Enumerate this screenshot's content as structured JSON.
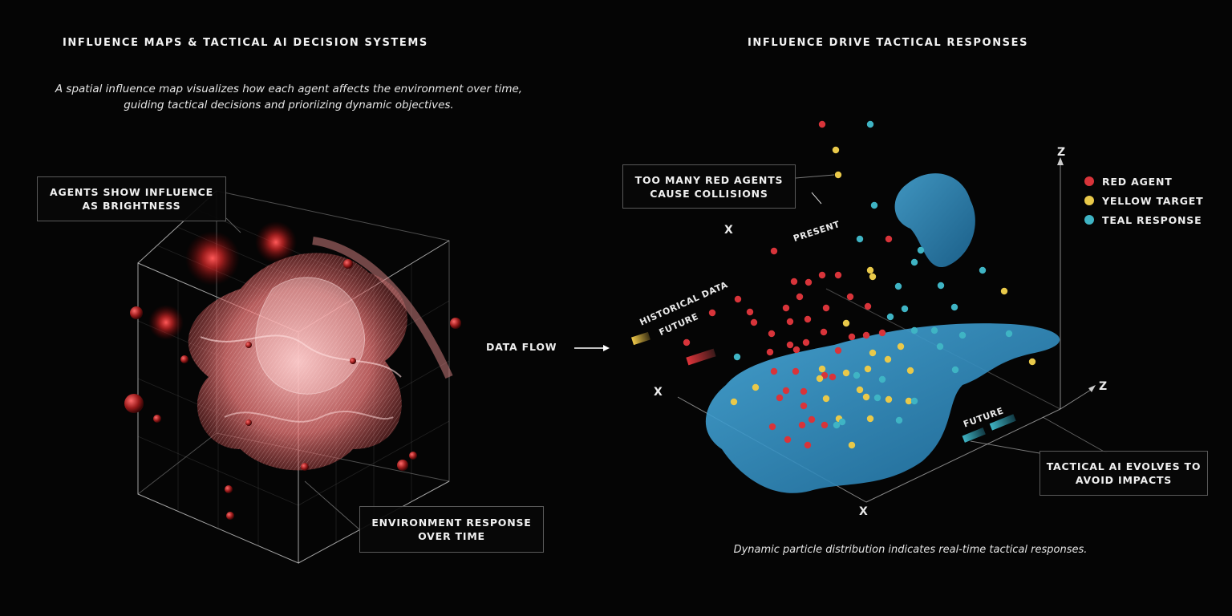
{
  "left": {
    "title": "INFLUENCE MAPS & TACTICAL AI DECISION SYSTEMS",
    "intro_line1": "A spatial influence map visualizes how each agent affects the environment over time,",
    "intro_line2": "guiding tactical decisions and prioriizing dynamic objectives.",
    "callout_top_line1": "AGENTS SHOW INFLUENCE",
    "callout_top_line2": "AS BRIGHTNESS",
    "callout_bottom_line1": "ENVIRONMENT RESPONSE",
    "callout_bottom_line2": "OVER TIME"
  },
  "flow": {
    "label": "DATA FLOW"
  },
  "right": {
    "title": "INFLUENCE DRIVE TACTICAL RESPONSES",
    "callout_top_line1": "TOO MANY RED AGENTS",
    "callout_top_line2": "CAUSE COLLISIONS",
    "callout_bottom_line1": "TACTICAL AI EVOLVES TO",
    "callout_bottom_line2": "AVOID IMPACTS",
    "label_present": "PRESENT",
    "label_historical": "HISTORICAL DATA",
    "label_future_small": "FUTURE",
    "label_future": "FUTURE",
    "axis_x1": "X",
    "axis_x2": "X",
    "axis_x3": "X",
    "axis_z1": "Z",
    "axis_z2": "Z",
    "caption": "Dynamic particle distribution indicates real-time tactical responses."
  },
  "legend": [
    {
      "label": "RED AGENT",
      "color": "#d8343a"
    },
    {
      "label": "YELLOW TARGET",
      "color": "#e9c94a"
    },
    {
      "label": "TEAL RESPONSE",
      "color": "#3fb4c4"
    }
  ],
  "colors": {
    "red": "#d8343a",
    "yellow": "#e9c94a",
    "teal": "#3fb4c4",
    "blob": "#2e8fc4"
  }
}
